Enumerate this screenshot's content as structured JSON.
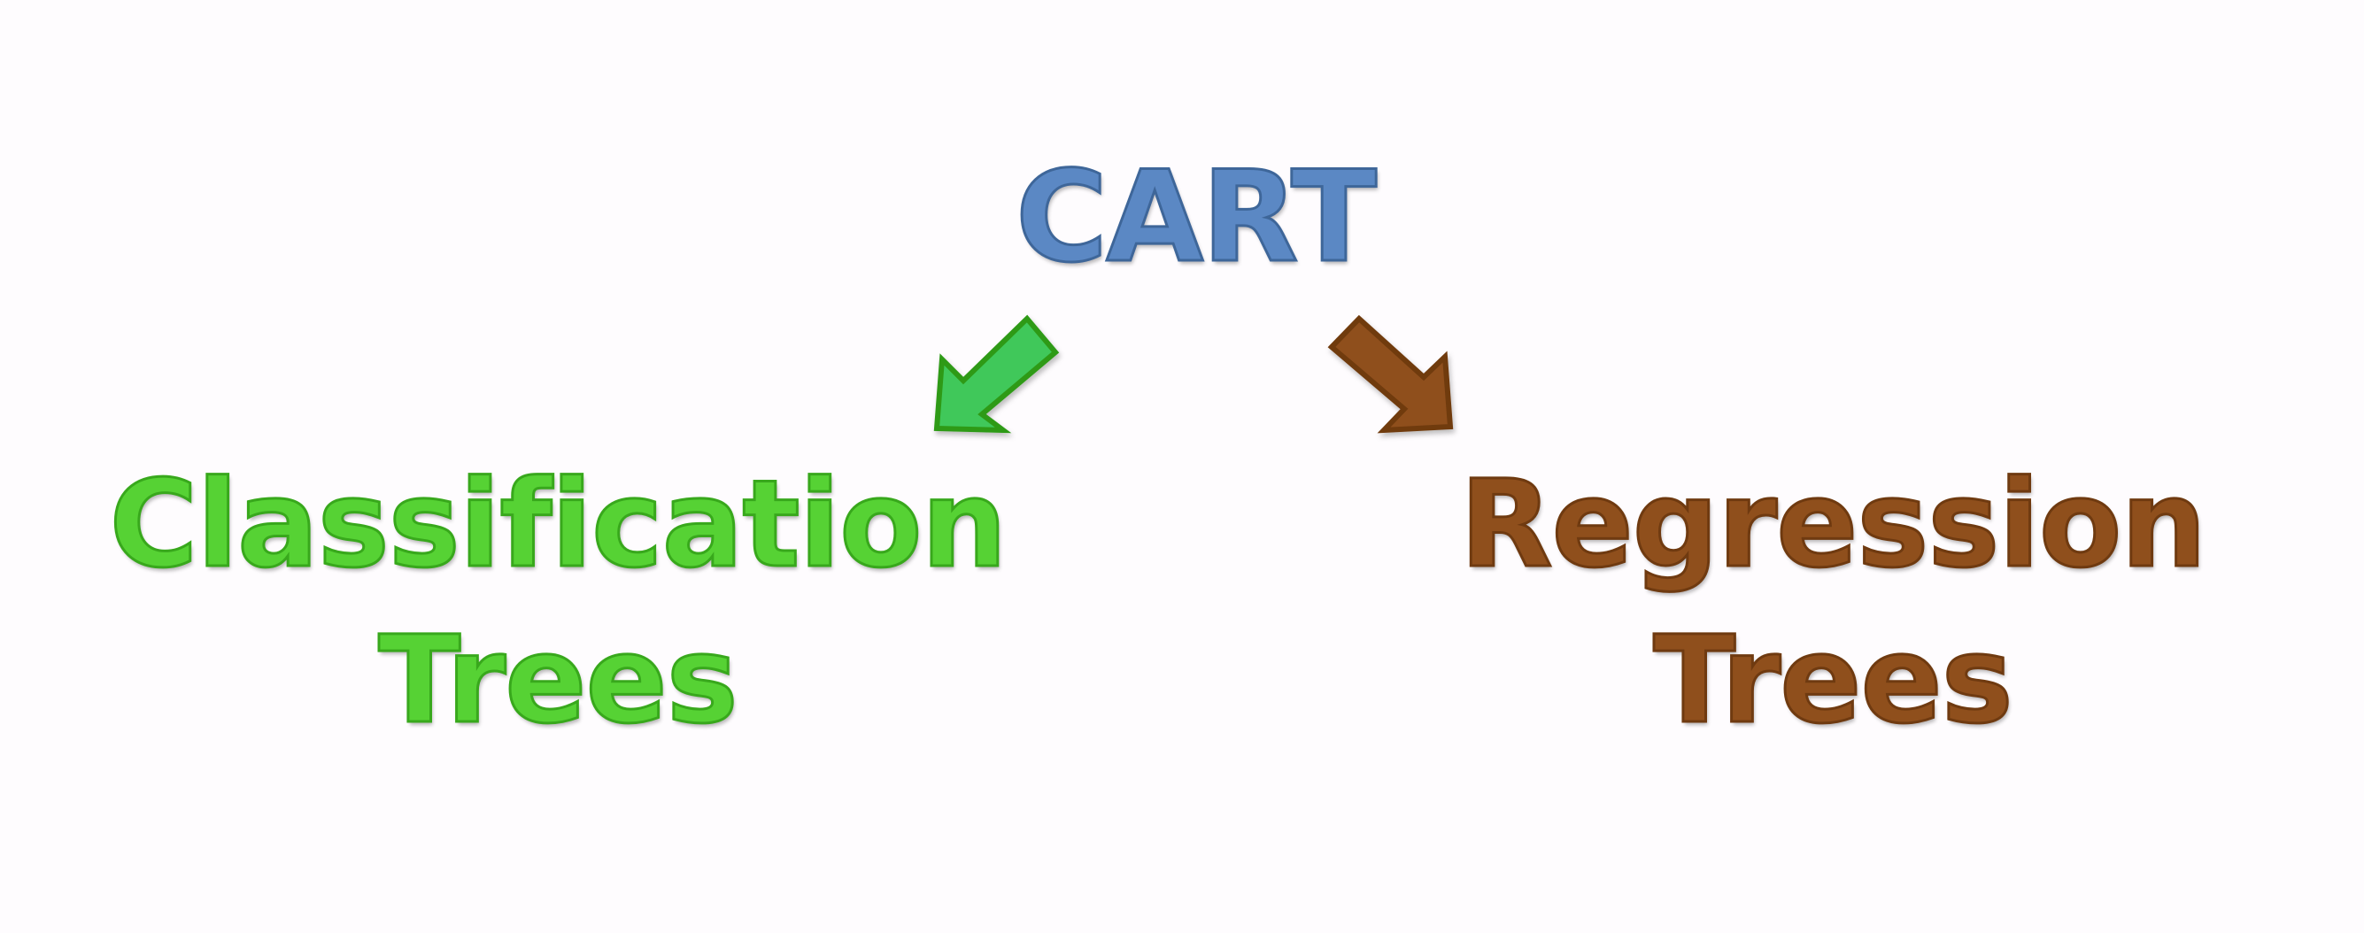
{
  "diagram": {
    "root": {
      "label": "CART",
      "color": "#5b88c4"
    },
    "branches": [
      {
        "id": "left",
        "lines": [
          "Classification",
          "Trees"
        ],
        "color": "#56d234",
        "arrow_color": "#3fc85a",
        "arrow_direction": "down-left"
      },
      {
        "id": "right",
        "lines": [
          "Regression",
          "Trees"
        ],
        "color": "#8f4f1c",
        "arrow_color": "#8f4f1c",
        "arrow_direction": "down-right"
      }
    ]
  }
}
